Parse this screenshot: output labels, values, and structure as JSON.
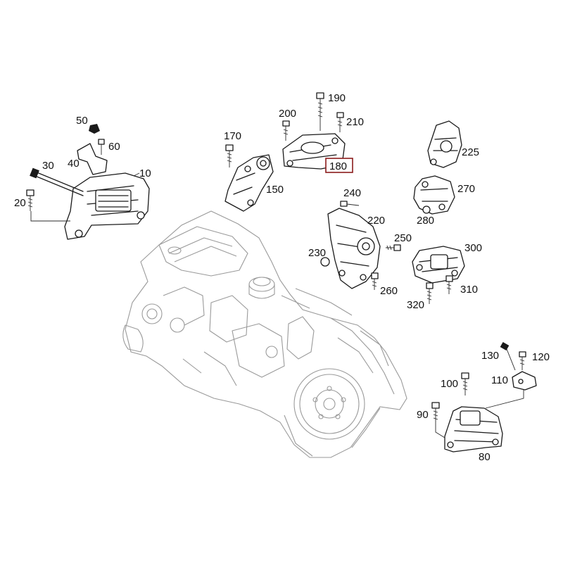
{
  "callouts": {
    "c10": "10",
    "c20": "20",
    "c30": "30",
    "c40": "40",
    "c50": "50",
    "c60": "60",
    "c80": "80",
    "c90": "90",
    "c100": "100",
    "c110": "110",
    "c120": "120",
    "c130": "130",
    "c150": "150",
    "c170": "170",
    "c180": "180",
    "c190": "190",
    "c200": "200",
    "c210": "210",
    "c220": "220",
    "c225": "225",
    "c230": "230",
    "c240": "240",
    "c250": "250",
    "c260": "260",
    "c270": "270",
    "c280": "280",
    "c300": "300",
    "c310": "310",
    "c320": "320"
  },
  "highlighted_callout": "180",
  "colors": {
    "line": "#1a1a1a",
    "engine_line": "#9a9a9a",
    "highlight_box": "#8b1c1c",
    "background": "#ffffff"
  }
}
